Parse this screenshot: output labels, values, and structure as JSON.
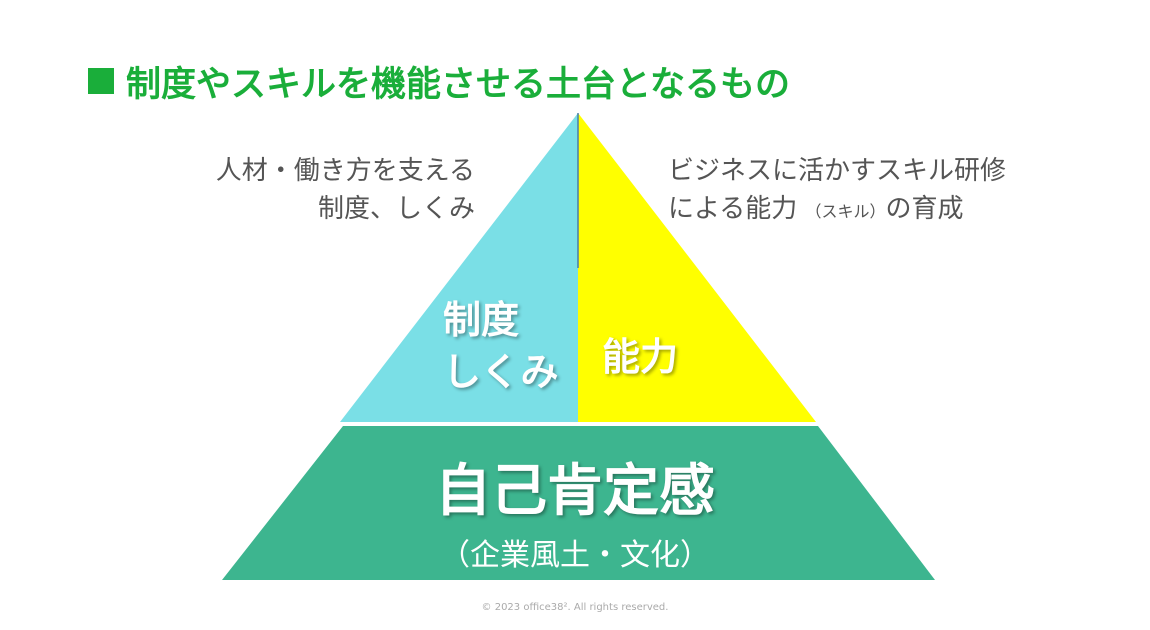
{
  "title": "制度やスキルを機能させる土台となるもの",
  "left_description": [
    "人材・働き方を支える",
    "制度、しくみ"
  ],
  "right_description": {
    "line1": "ビジネスに活かすスキル研修",
    "line2_a": "による能力",
    "line2_small": "（スキル）",
    "line2_b": "の育成"
  },
  "pyramid": {
    "left_label": [
      "制度",
      "しくみ"
    ],
    "right_label": "能力",
    "base_label": "自己肯定感",
    "base_sublabel": "（企業風土・文化）"
  },
  "colors": {
    "title": "#1aae3a",
    "left": "#7adfe6",
    "right": "#ffff00",
    "base": "#3db58f"
  },
  "footer": "© 2023  office38². All rights reserved."
}
